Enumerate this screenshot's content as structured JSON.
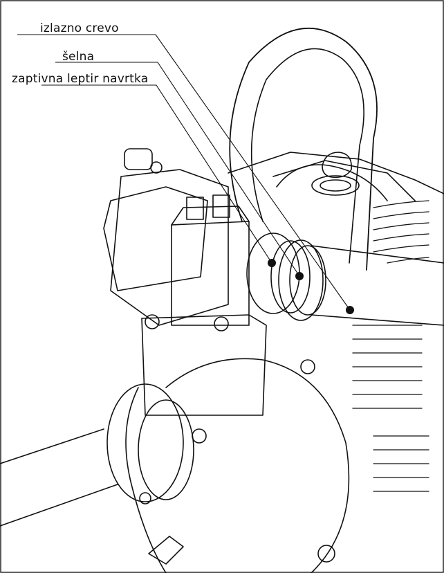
{
  "callouts": {
    "outlet_hose": "izlazno crevo",
    "hose_clamp": "šelna",
    "wing_nut": "zaptivna leptir navrtka"
  }
}
